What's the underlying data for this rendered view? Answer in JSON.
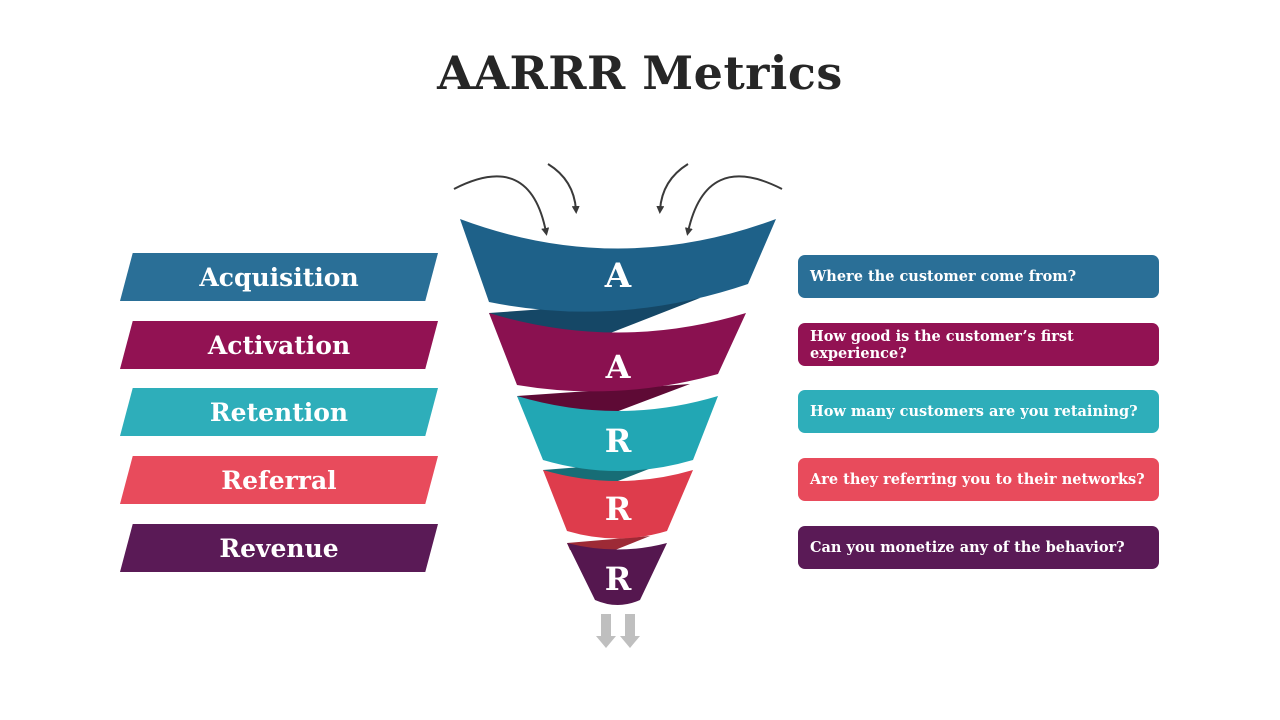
{
  "title": "AARRR Metrics",
  "stages": [
    {
      "label": "Acquisition",
      "letter": "A",
      "question": "Where the customer come from?",
      "color": "#2a6f97",
      "dark": "#154766",
      "light": "#1e6189"
    },
    {
      "label": "Activation",
      "letter": "A",
      "question": "How good is the customer’s first experience?",
      "color": "#921253",
      "dark": "#5e0a35",
      "light": "#8a1150"
    },
    {
      "label": "Retention",
      "letter": "R",
      "question": "How many customers are you retaining?",
      "color": "#2eaeba",
      "dark": "#176d76",
      "light": "#22a7b4"
    },
    {
      "label": "Referral",
      "letter": "R",
      "question": "Are they referring you to their networks?",
      "color": "#e84b5c",
      "dark": "#9d2a36",
      "light": "#de3c4c"
    },
    {
      "label": "Revenue",
      "letter": "R",
      "question": "Can you monetize any of the behavior?",
      "color": "#5a1a56",
      "dark": "#3a0f38",
      "light": "#55174f"
    }
  ]
}
